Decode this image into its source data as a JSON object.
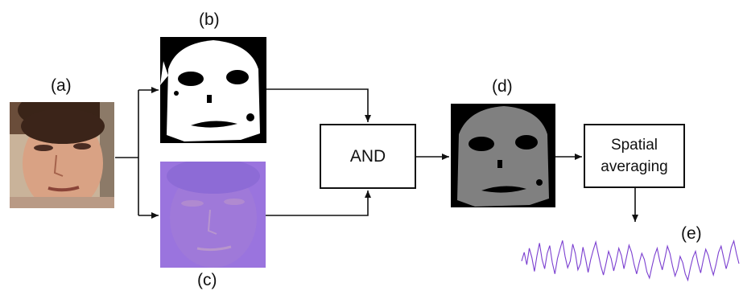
{
  "labels": {
    "a": "(a)",
    "b": "(b)",
    "c": "(c)",
    "d": "(d)",
    "e": "(e)"
  },
  "blocks": {
    "and": "AND",
    "spatial_line1": "Spatial",
    "spatial_line2": "averaging"
  },
  "signal": {
    "samples": [
      0.55,
      0.72,
      0.48,
      0.8,
      0.62,
      0.35,
      0.66,
      0.9,
      0.58,
      0.4,
      0.7,
      0.85,
      0.52,
      0.3,
      0.6,
      0.78,
      0.95,
      0.64,
      0.42,
      0.55,
      0.88,
      0.7,
      0.38,
      0.5,
      0.82,
      0.6,
      0.33,
      0.58,
      0.76,
      0.92,
      0.68,
      0.45,
      0.28,
      0.5,
      0.74,
      0.6,
      0.36,
      0.55,
      0.8,
      0.66,
      0.4,
      0.62,
      0.86,
      0.72,
      0.48,
      0.3,
      0.52,
      0.7,
      0.58,
      0.34,
      0.22,
      0.45,
      0.66,
      0.8,
      0.56,
      0.38,
      0.6,
      0.84,
      0.7,
      0.46,
      0.26,
      0.4,
      0.64,
      0.52,
      0.3,
      0.18,
      0.42,
      0.62,
      0.74,
      0.5,
      0.32,
      0.56,
      0.78,
      0.66,
      0.44,
      0.28,
      0.48,
      0.72,
      0.84,
      0.62,
      0.4,
      0.58,
      0.82,
      0.94,
      0.7,
      0.5
    ],
    "color": "#7b3fd0"
  },
  "colors": {
    "stroke": "#111111",
    "pseudocolor": "#8f6fd8"
  }
}
